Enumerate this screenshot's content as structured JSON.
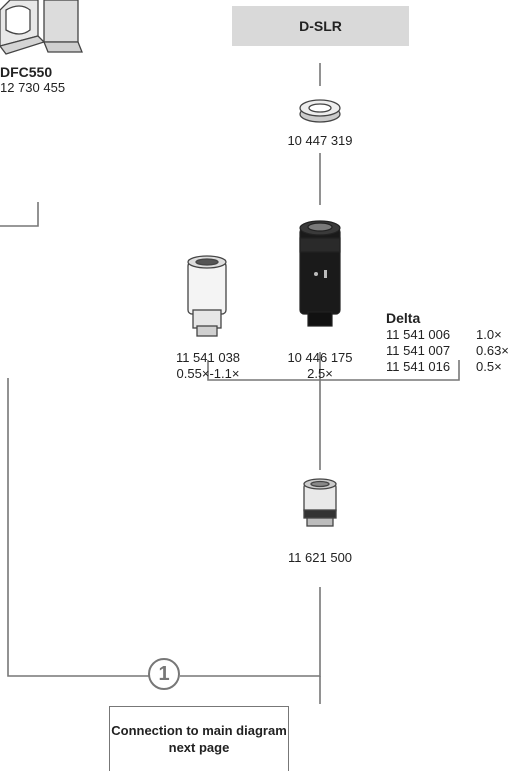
{
  "top_left": {
    "camera_name": "DFC550",
    "camera_part": "12 730 455"
  },
  "dslr": {
    "label": "D-SLR"
  },
  "t2_ring": {
    "part": "10 447 319"
  },
  "adapters": {
    "left": {
      "part": "11 541 038",
      "mag": "0.55×-1.1×"
    },
    "middle": {
      "part": "10 446 175",
      "mag": "2.5×"
    },
    "delta": {
      "title": "Delta",
      "rows": [
        {
          "part": "11 541 006",
          "mag": "1.0×"
        },
        {
          "part": "11 541 007",
          "mag": "0.63×"
        },
        {
          "part": "11 541 016",
          "mag": "0.5×"
        }
      ]
    }
  },
  "coupler": {
    "part": "11 621 500"
  },
  "connector": {
    "number": "1"
  },
  "note": {
    "line1": "Connection to main diagram",
    "line2": "next page"
  }
}
